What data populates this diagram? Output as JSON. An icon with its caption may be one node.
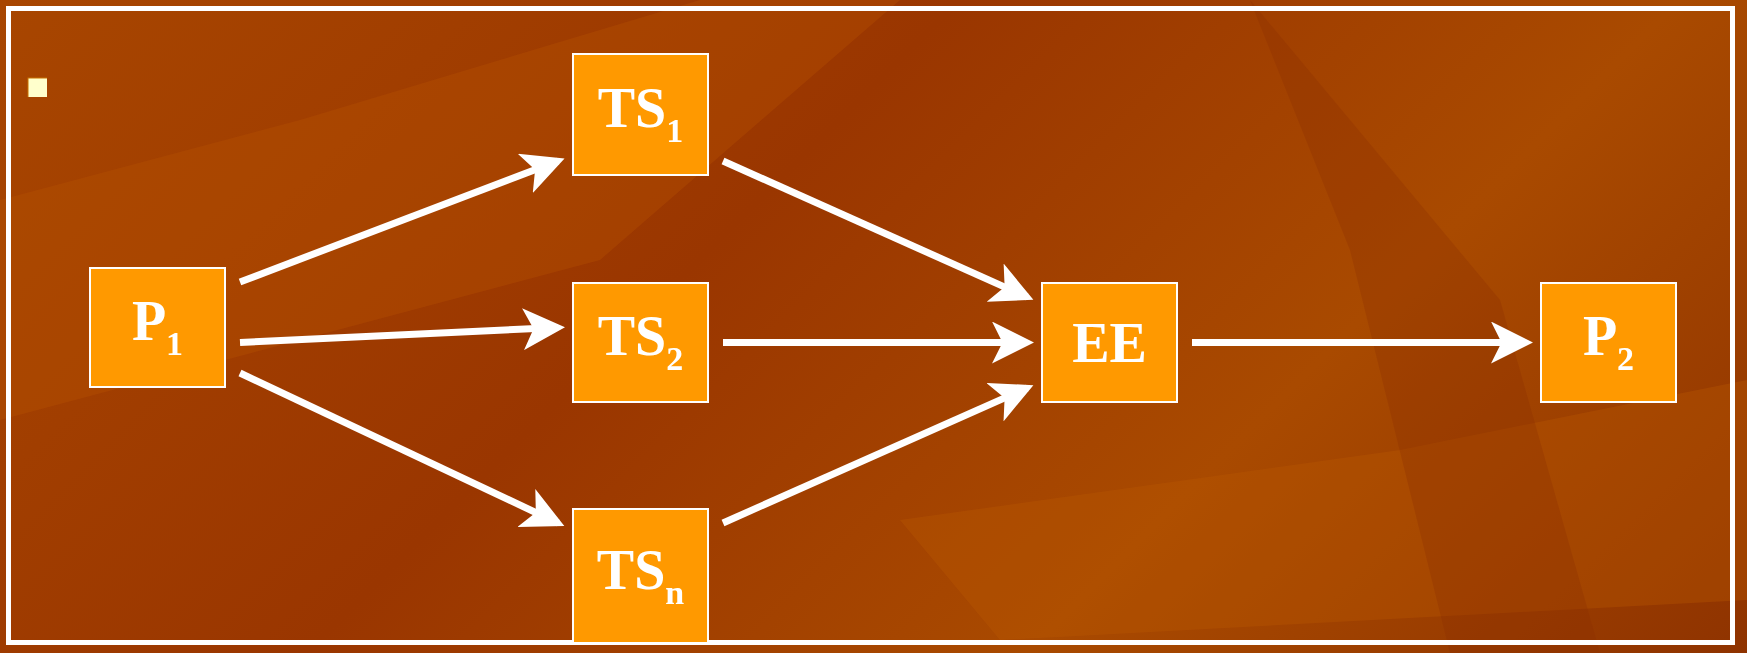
{
  "diagram": {
    "nodes": [
      {
        "text": [
          "P$_{1}$"
        ]
      },
      {
        "text": [
          "TS$_{1}$"
        ]
      },
      {
        "text": [
          "TS$_{2}$"
        ]
      },
      {
        "text": [
          "TS$_{n}$"
        ]
      },
      {
        "text": [
          "EE"
        ]
      },
      {
        "text": [
          "P$_{2}$"
        ]
      }
    ],
    "edges": [
      {
        "from": 0,
        "to": 1,
        "arrow": "to"
      },
      {
        "from": 0,
        "to": 2,
        "arrow": "to"
      },
      {
        "from": 0,
        "to": 3,
        "arrow": "to"
      },
      {
        "from": 1,
        "to": 4,
        "arrow": "to"
      },
      {
        "from": 2,
        "to": 4,
        "arrow": "to"
      },
      {
        "from": 3,
        "to": 4,
        "arrow": "to"
      },
      {
        "from": 4,
        "to": 5,
        "arrow": "to"
      }
    ]
  }
}
